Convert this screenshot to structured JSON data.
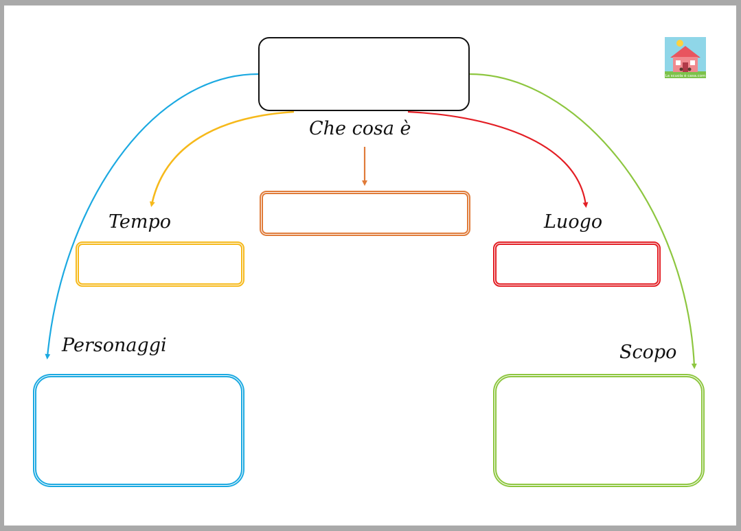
{
  "labels": {
    "center": "Che cosa è",
    "time": "Tempo",
    "place": "Luogo",
    "characters": "Personaggi",
    "purpose": "Scopo"
  },
  "logo": {
    "caption": "La scuola è casa.com"
  },
  "colors": {
    "main": "#111111",
    "center": "#e07b39",
    "time": "#f6b91b",
    "place": "#e31e24",
    "characters": "#1ba9e1",
    "purpose": "#8dc63f"
  }
}
